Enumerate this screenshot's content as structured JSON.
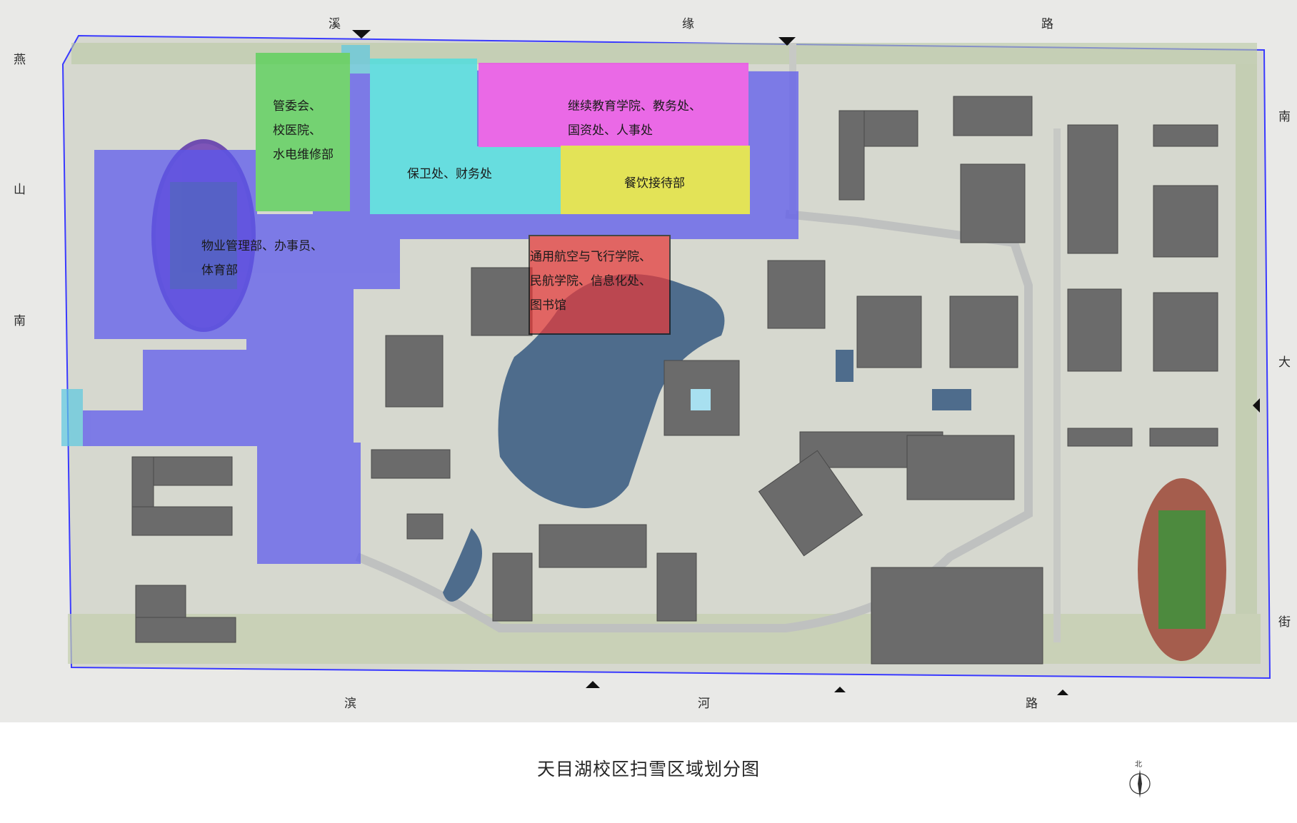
{
  "map": {
    "title": "天目湖校区扫雪区域划分图",
    "north_label": "北",
    "roads": {
      "north": [
        "溪",
        "缘",
        "路"
      ],
      "south": [
        "滨",
        "河",
        "路"
      ],
      "west": [
        "燕",
        "山",
        "南"
      ],
      "east": [
        "南",
        "大",
        "街"
      ]
    },
    "zones": [
      {
        "id": "green",
        "label": "管委会、\n校医院、\n水电维修部",
        "color": "#4fd14f"
      },
      {
        "id": "cyan",
        "label": "保卫处、财务处",
        "color": "#3de0e6"
      },
      {
        "id": "magenta",
        "label": "继续教育学院、教务处、\n国资处、人事处",
        "color": "#f23ff0"
      },
      {
        "id": "yellow",
        "label": "餐饮接待部",
        "color": "#e8e82a"
      },
      {
        "id": "blue",
        "label": "物业管理部、办事员、\n体育部",
        "color": "#5a57ef"
      },
      {
        "id": "red",
        "label": "通用航空与飞行学院、\n民航学院、信息化处、\n图书馆",
        "color": "#e63a3a"
      }
    ]
  }
}
